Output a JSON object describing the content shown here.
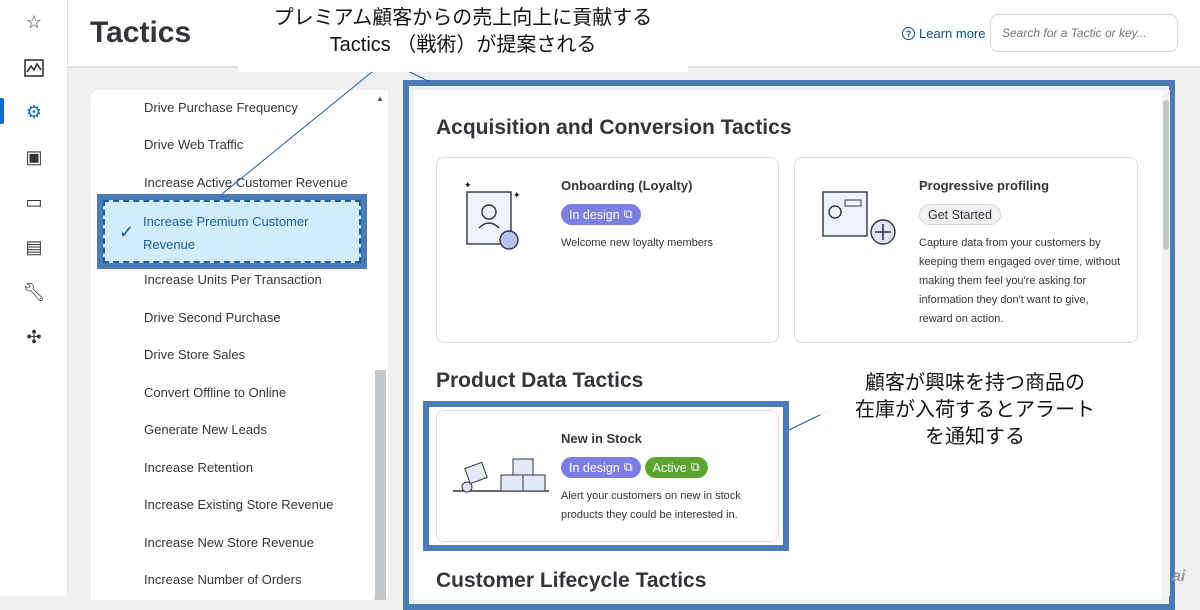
{
  "rail": {
    "icons": [
      "bookmark-star-icon",
      "activity-chart-icon",
      "gear-play-icon",
      "id-card-icon",
      "devices-icon",
      "contact-card-icon",
      "wrench-icon",
      "puzzle-icon"
    ],
    "active_index": 2
  },
  "header": {
    "title": "Tactics",
    "learn_more": "Learn more",
    "search_placeholder": "Search for a Tactic or key..."
  },
  "goals": {
    "items": [
      "Drive Purchase Frequency",
      "Drive Web Traffic",
      "Increase Active Customer Revenue",
      "Increase Premium Customer Revenue",
      "Increase Units Per Transaction",
      "Drive Second Purchase",
      "Drive Store Sales",
      "Convert Offline to Online",
      "Generate New Leads",
      "Increase Retention",
      "Increase Existing Store Revenue",
      "Increase New Store Revenue",
      "Increase Number of Orders"
    ],
    "selected": "Increase Premium Customer Revenue"
  },
  "sections": [
    {
      "title": "Acquisition and Conversion Tactics",
      "cards": [
        {
          "name": "Onboarding (Loyalty)",
          "tags": [
            "In design"
          ],
          "desc": "Welcome new loyalty members"
        },
        {
          "name": "Progressive profiling",
          "button": "Get Started",
          "desc": "Capture data from your customers by keeping them engaged over time, without making them feel you're asking for information they don't want to give, reward on action."
        }
      ]
    },
    {
      "title": "Product Data Tactics",
      "cards": [
        {
          "name": "New in Stock",
          "tags": [
            "In design",
            "Active"
          ],
          "desc": "Alert your customers on new in stock products they could be interested in."
        }
      ]
    },
    {
      "title": "Customer Lifecycle Tactics"
    }
  ],
  "annotations": {
    "top_line1": "プレミアム顧客からの売上向上に貢献する",
    "top_line2": "Tactics （戦術）が提案される",
    "right_line1": "顧客が興味を持つ商品の",
    "right_line2": "在庫が入荷するとアラート",
    "right_line3": "を通知する"
  },
  "watermark": "ai",
  "colors": {
    "accent": "#0a6ed1",
    "callout": "#4a7bb7",
    "design_tag": "#7b7ee2",
    "active_tag": "#5aa42f"
  }
}
